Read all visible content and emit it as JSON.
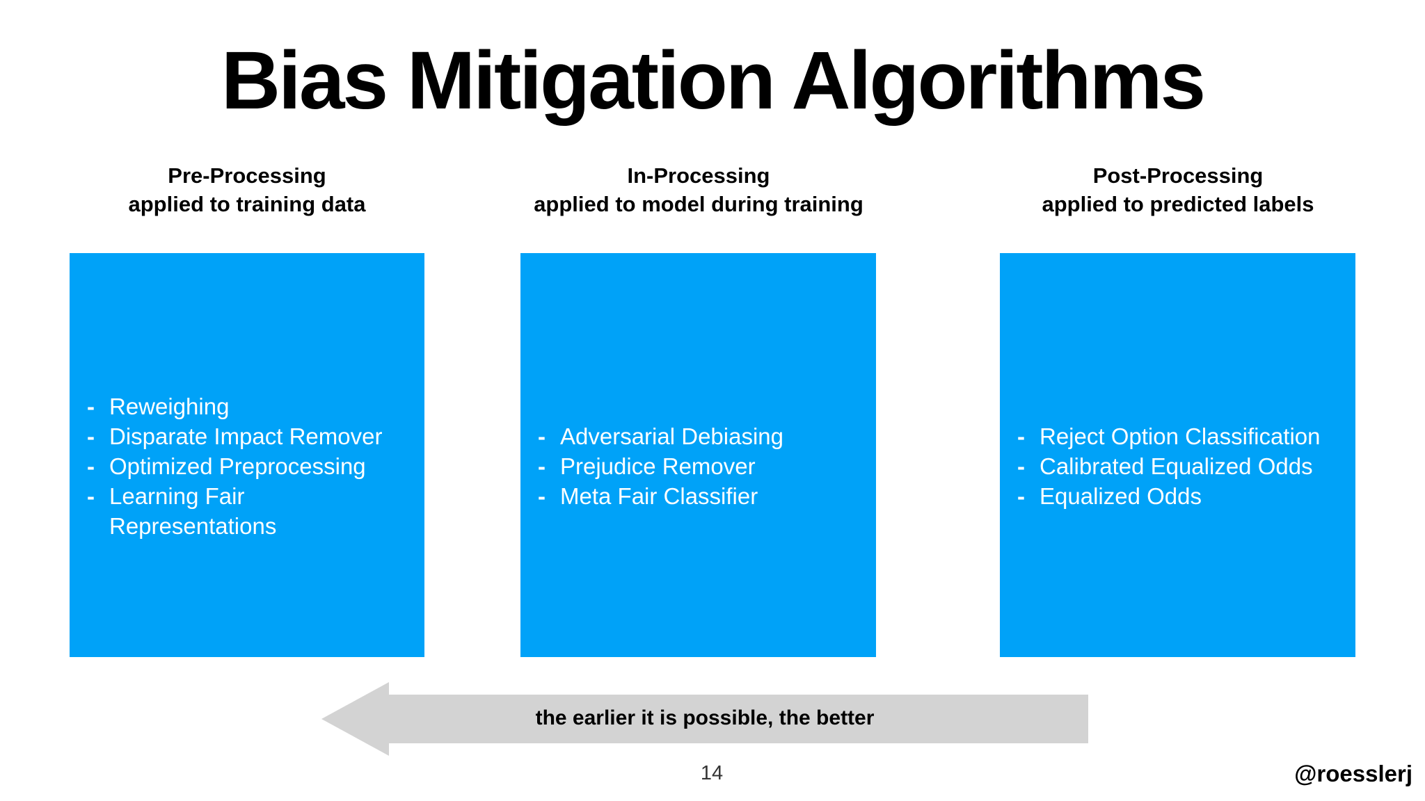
{
  "slide": {
    "title": "Bias Mitigation Algorithms",
    "bullet": "-",
    "columns": [
      {
        "heading": "Pre-Processing",
        "subheading": "applied to training data",
        "items": [
          "Reweighing",
          "Disparate Impact Remover",
          "Optimized Preprocessing",
          "Learning Fair Representations"
        ]
      },
      {
        "heading": "In-Processing",
        "subheading": "applied to model during training",
        "items": [
          "Adversarial Debiasing",
          "Prejudice Remover",
          "Meta Fair Classifier"
        ]
      },
      {
        "heading": "Post-Processing",
        "subheading": "applied to predicted labels",
        "items": [
          "Reject Option Classification",
          "Calibrated Equalized Odds",
          "Equalized Odds"
        ]
      }
    ],
    "arrow_label": "the earlier it is possible, the better",
    "page_number": "14",
    "author_handle": "@roesslerj",
    "colors": {
      "box_blue": "#00a2f8",
      "arrow_gray": "#d3d3d3",
      "list_text": "#ffffff",
      "page_number_text": "#333333"
    }
  }
}
